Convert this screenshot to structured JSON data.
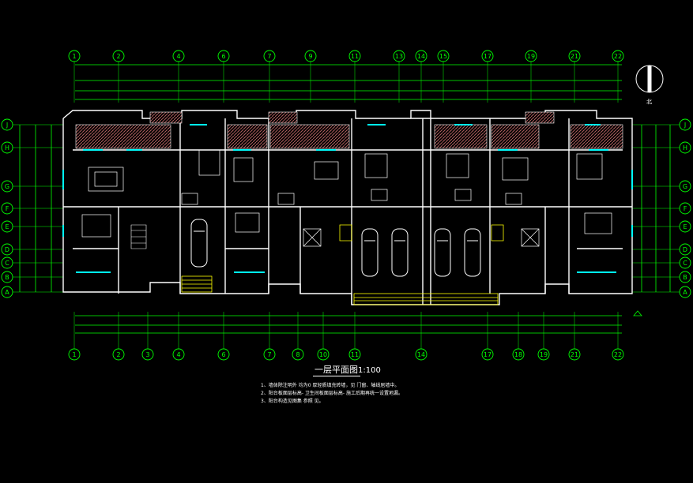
{
  "drawing": {
    "title": "一层平面图",
    "scale": "1:100",
    "north_label": "北",
    "notes": [
      "1、墙体除注明外 均为0 厚轻质填充砖墙，见 门窗、轴线居墙中。",
      "2、阳台板面层标高-     卫生间板面层标高-     施工后期再统一设置地漏。",
      "3、阳台构造见图集 参照   见。"
    ],
    "axes_top": [
      "1",
      "2",
      "4",
      "6",
      "7",
      "9",
      "11",
      "13",
      "14",
      "15",
      "17",
      "19",
      "21",
      "22"
    ],
    "axes_bottom": [
      "1",
      "2",
      "3",
      "4",
      "6",
      "7",
      "8",
      "10",
      "11",
      "14",
      "17",
      "18",
      "19",
      "21",
      "22"
    ],
    "axes_side": [
      "J",
      "H",
      "G",
      "F",
      "E",
      "D",
      "C",
      "B",
      "A"
    ]
  },
  "colors": {
    "background": "#000000",
    "wall": "#ffffff",
    "dimension": "#00ff00",
    "axis_bubble": "#00ff00",
    "window": "#00ffff",
    "balcony_hatch": "#b06060",
    "stair_highlight": "#ffff00",
    "furniture": "#ffffff"
  }
}
